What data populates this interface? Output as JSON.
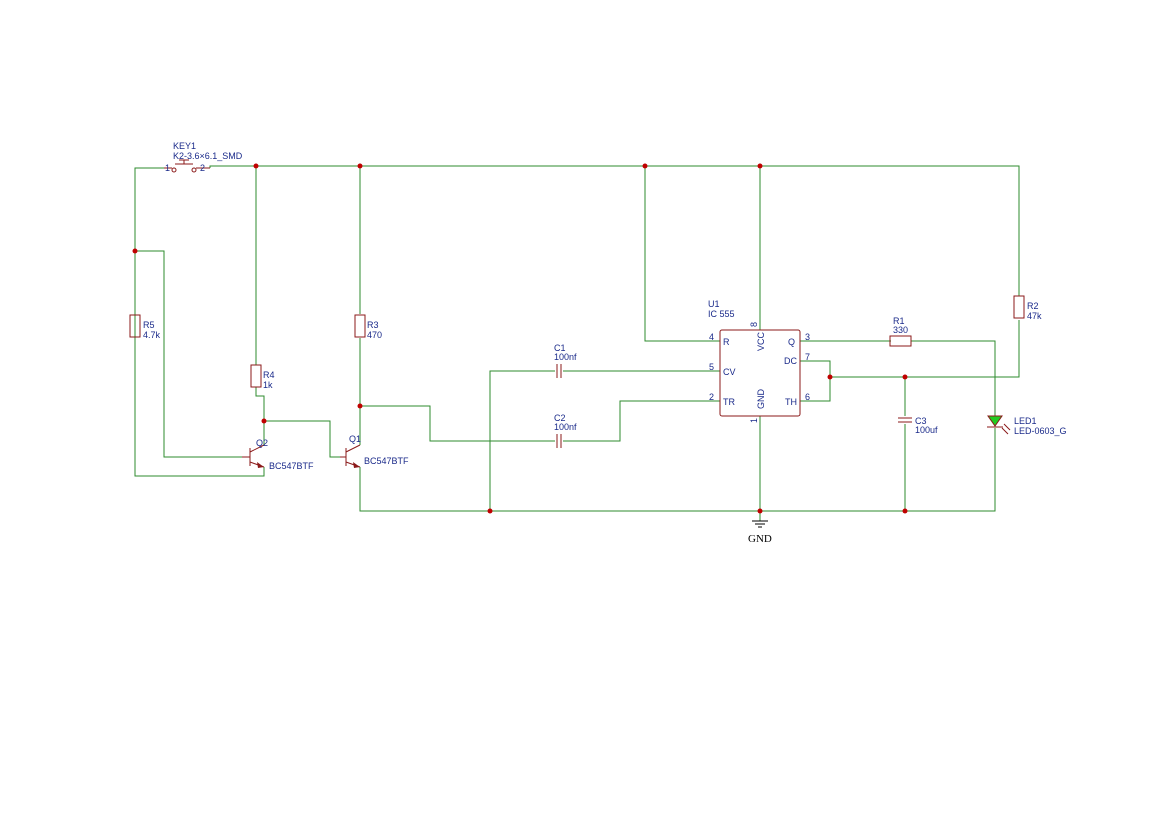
{
  "colors": {
    "wire": "#2e8b2e",
    "body": "#8b1a1a",
    "junction": "#c00000",
    "label": "#1a2a8a",
    "led_fill": "#22cc22"
  },
  "components": {
    "key1": {
      "ref": "KEY1",
      "value": "K2-3.6×6.1_SMD",
      "pin1": "1",
      "pin2": "2"
    },
    "r1": {
      "ref": "R1",
      "value": "330"
    },
    "r2": {
      "ref": "R2",
      "value": "47k"
    },
    "r3": {
      "ref": "R3",
      "value": "470"
    },
    "r4": {
      "ref": "R4",
      "value": "1k"
    },
    "r5": {
      "ref": "R5",
      "value": "4.7k"
    },
    "c1": {
      "ref": "C1",
      "value": "100nf"
    },
    "c2": {
      "ref": "C2",
      "value": "100nf"
    },
    "c3": {
      "ref": "C3",
      "value": "100uf"
    },
    "q1": {
      "ref": "Q1",
      "value": "BC547BTF"
    },
    "q2": {
      "ref": "Q2",
      "value": "BC547BTF"
    },
    "led1": {
      "ref": "LED1",
      "value": "LED-0603_G"
    },
    "u1": {
      "ref": "U1",
      "value": "IC 555",
      "pins": {
        "r": {
          "num": "4",
          "name": "R"
        },
        "cv": {
          "num": "5",
          "name": "CV"
        },
        "tr": {
          "num": "2",
          "name": "TR"
        },
        "vcc": {
          "num": "8",
          "name": "VCC"
        },
        "gnd": {
          "num": "1",
          "name": "GND"
        },
        "q": {
          "num": "3",
          "name": "Q"
        },
        "dc": {
          "num": "7",
          "name": "DC"
        },
        "th": {
          "num": "6",
          "name": "TH"
        }
      }
    },
    "gnd": {
      "label": "GND"
    }
  }
}
